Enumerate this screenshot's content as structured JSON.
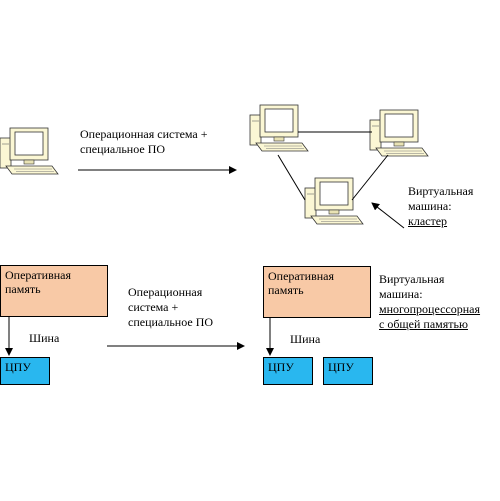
{
  "top": {
    "arrow_label_line1": "Операционная система +",
    "arrow_label_line2": "специальное ПО",
    "vm_line1": "Виртуальная",
    "vm_line2": "машина:",
    "vm_line3": "кластер"
  },
  "bottom": {
    "ram_left_line1": "Оперативная",
    "ram_left_line2": "память",
    "bus_left": "Шина",
    "cpu_left": "ЦПУ",
    "arrow_label_line1": "Операционная",
    "arrow_label_line2": "система +",
    "arrow_label_line3": "специальное ПО",
    "ram_right_line1": "Оперативная",
    "ram_right_line2": "память",
    "bus_right": "Шина",
    "cpu_right_1": "ЦПУ",
    "cpu_right_2": "ЦПУ",
    "vm_line1": "Виртуальная",
    "vm_line2": "машина:",
    "vm_line3": "многопроцессорная",
    "vm_line4": "с общей памятью"
  },
  "colors": {
    "ram_fill": "#f8c9a6",
    "cpu_fill": "#29b7ef",
    "computer_body": "#fbf7d4"
  },
  "icons": [
    "computer-icon",
    "computer-icon",
    "computer-icon",
    "computer-icon"
  ]
}
